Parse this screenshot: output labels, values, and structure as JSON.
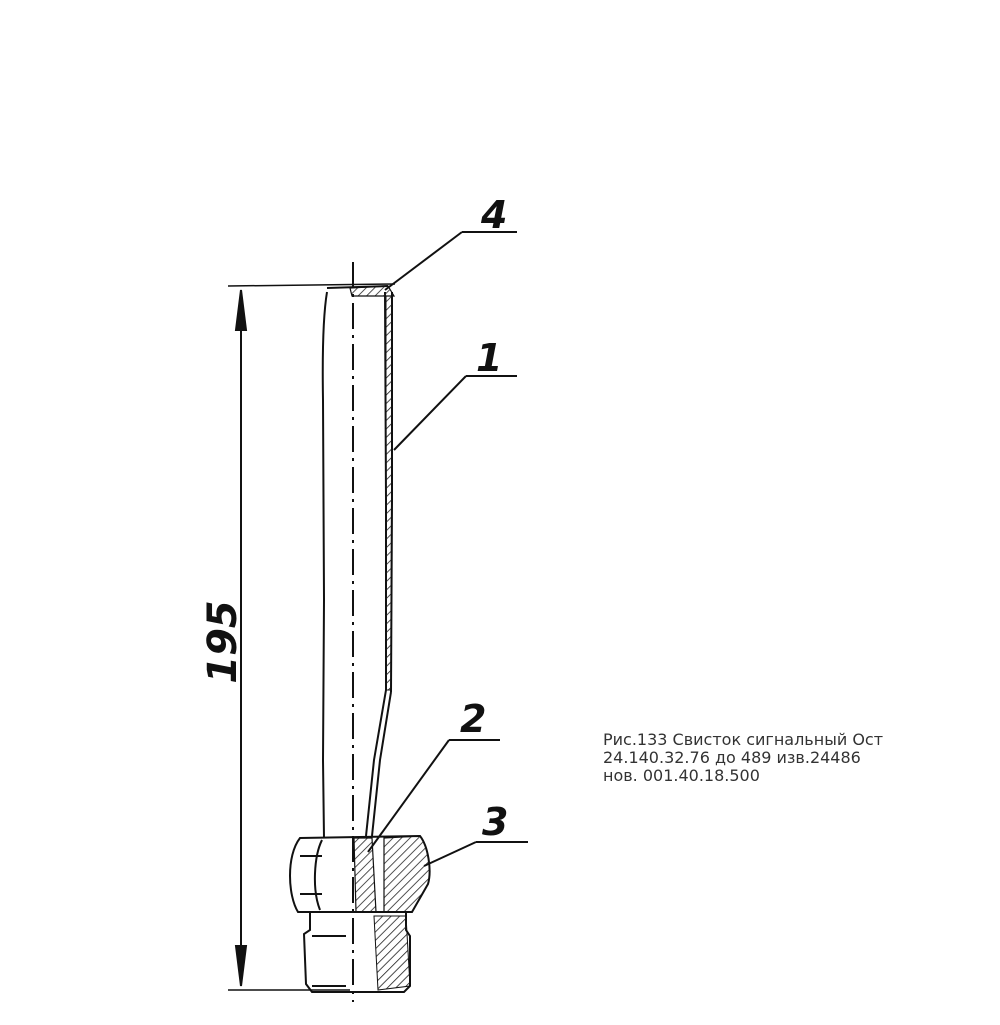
{
  "callouts": {
    "part_1": "1",
    "part_2": "2",
    "part_3": "3",
    "part_4": "4"
  },
  "dimension": {
    "length": "195"
  },
  "caption": {
    "line1": "Рис.133 Свисток сигнальный Ост",
    "line2": "24.140.32.76 до 489 изв.24486",
    "line3": "нов. 001.40.18.500"
  }
}
